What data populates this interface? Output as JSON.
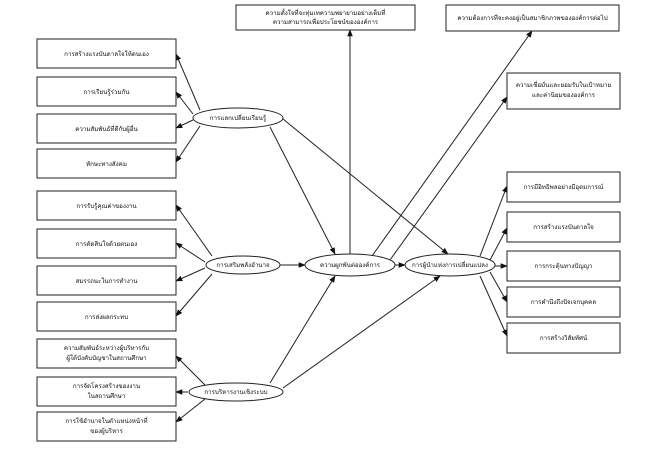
{
  "nodes": {
    "n_culture": "การแลกเปลี่ยนเรียนรู้",
    "n_empower": "การเสริมพลังอำนาจ",
    "n_school": "การบริหารงานเชิงระบบ",
    "n_commit": "ความผูกพันต่อองค์การ",
    "n_change": "การผู้นำแห่งการเปลี่ยนแปลง"
  },
  "boxes": {
    "top1": [
      "ความตั้งใจที่จะทุ่มเทความพยายามอย่างเต็มที่",
      "ความสามารถเพื่อประโยชน์ขององค์การ"
    ],
    "top2": [
      "ความต้องการที่จะคงอยู่เป็นสมาชิกภาพขององค์การต่อไป"
    ],
    "right_top": [
      "ความเชื่อมั่นและยอมรับในเป้าหมาย",
      "และค่านิยมขององค์การ"
    ],
    "l1": [
      "การสร้างแรงบันดาลใจให้ตนเอง"
    ],
    "l2": [
      "การเรียนรู้ร่วมกัน"
    ],
    "l3": [
      "ความสัมพันธ์ที่ดีกับผู้อื่น"
    ],
    "l4": [
      "ทักษะทางสังคม"
    ],
    "l5": [
      "การรับรู้คุณค่าของงาน"
    ],
    "l6": [
      "การตัดสินใจด้วยตนเอง"
    ],
    "l7": [
      "สมรรถนะในการทำงาน"
    ],
    "l8": [
      "การส่งผลกระทบ"
    ],
    "l9": [
      "ความสัมพันธ์ระหว่างผู้บริหารกับ",
      "ผู้ใต้บังคับบัญชาในสถานศึกษา"
    ],
    "l10": [
      "การจัดโครงสร้างของงาน",
      "ในสถานศึกษา"
    ],
    "l11": [
      "การใช้อำนาจในตำแหน่งหน้าที่",
      "ของผู้บริหาร"
    ],
    "r1": [
      "การมีอิทธิพลอย่างมีอุดมการณ์"
    ],
    "r2": [
      "การสร้างแรงบันดาลใจ"
    ],
    "r3": [
      "การกระตุ้นทางปัญญา"
    ],
    "r4": [
      "การคำนึงถึงปัจเจกบุคคล"
    ],
    "r5": [
      "การสร้างวิสัยทัศน์"
    ]
  }
}
